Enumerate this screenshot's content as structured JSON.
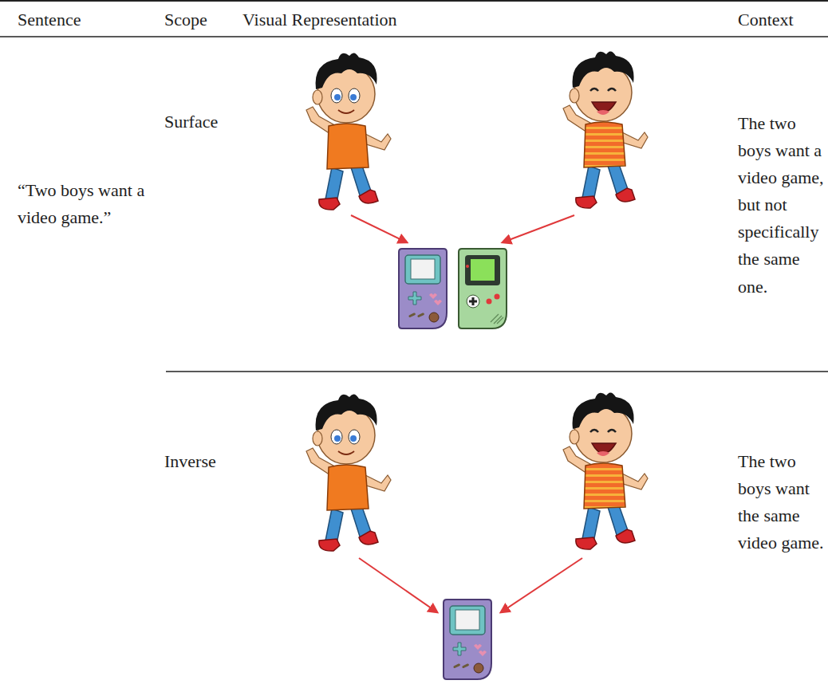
{
  "diagram": {
    "labels": [
      "Sentence",
      "Scope",
      "Visual Representation",
      "Context",
      "“Two boys want a video game.”",
      "Surface",
      "The two boys want a video game, but not specifically the same one.",
      "Inverse",
      "The two boys want the same video game."
    ]
  }
}
